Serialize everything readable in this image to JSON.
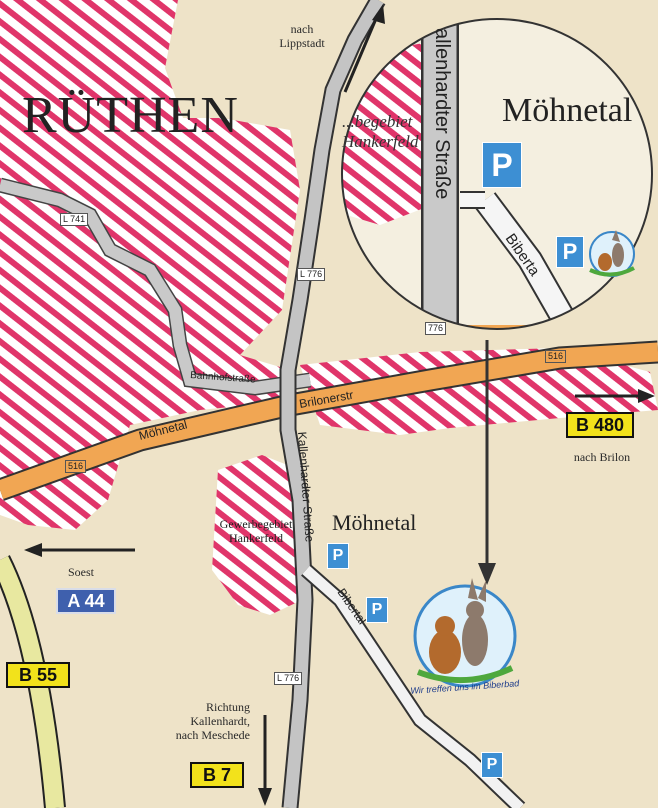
{
  "town": "RÜTHEN",
  "places": {
    "main_label": "Möhnetal",
    "zoom_label": "Möhnetal",
    "industrial_area": "Gewerbegebiet Hankerfeld",
    "zoom_industrial_area": "...begebiet Hankerfeld"
  },
  "streets": {
    "kallenhardter": "Kallenhardter Straße",
    "zoom_kallenhardter": "allenhardter Straße",
    "bahnhofstrasse": "Bahnhofstraße",
    "moehnetal": "Möhnetal",
    "brilonerstr": "Brilonerstr",
    "bibertal": "Bibertal",
    "zoom_bibertal": "Biberta"
  },
  "road_numbers": {
    "l741": "L 741",
    "l776_north": "L 776",
    "l776_south": "L 776",
    "r516_west": "516",
    "r516_east": "516",
    "zoom_road": "776"
  },
  "shields": {
    "b480": "B 480",
    "a44": "A 44",
    "b55": "B 55",
    "b7": "B 7"
  },
  "directions": {
    "north": [
      "nach",
      "Lippstadt"
    ],
    "east": "nach Brilon",
    "west": "Soest",
    "south": [
      "Richtung",
      "Kallenhardt,",
      "nach Meschede"
    ]
  },
  "parking_symbol": "P",
  "logo_text": "Wir treffen uns im Biberbad",
  "colors": {
    "paper": "#eee3c8",
    "hatch_red": "#e0356a",
    "main_road_orange": "#f1a653",
    "grey_road": "#b9b9b9",
    "parking_blue": "#3d8fd3",
    "shield_yellow": "#f2e21b",
    "shield_blue": "#3f60ad"
  }
}
